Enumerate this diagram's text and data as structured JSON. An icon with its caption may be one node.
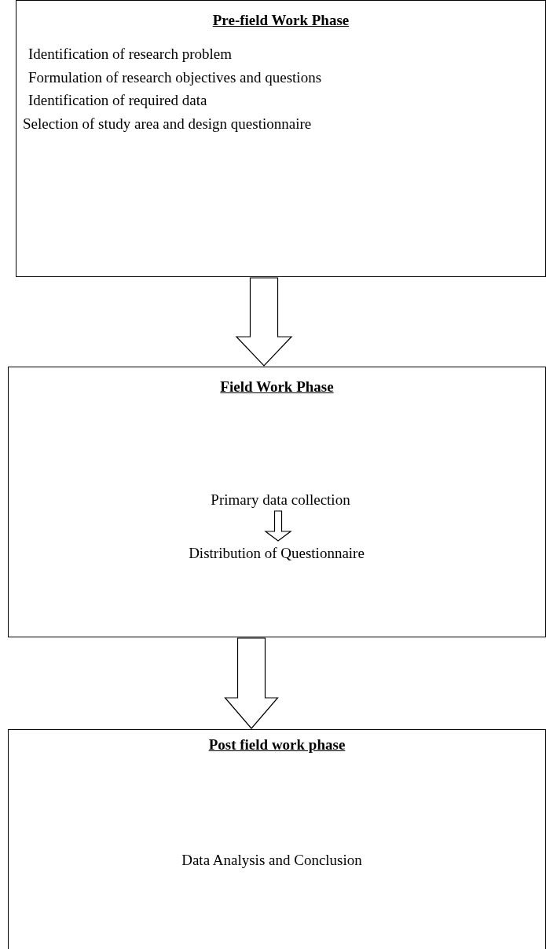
{
  "diagram": {
    "nodes": [
      {
        "text": [
          "Pre-field Work Phase",
          "Identification of research problem",
          "Formulation of research objectives and questions",
          "Identification of required data",
          "Selection of study area and design questionnaire"
        ]
      },
      {
        "text": [
          "Field Work Phase"
        ]
      },
      {
        "text": [
          "Primary data collection"
        ],
        "in": 1
      },
      {
        "text": [
          "Distribution of Questionnaire"
        ],
        "in": 1
      },
      {
        "text": [
          "Post field work phase",
          "Data Analysis and Conclusion"
        ]
      }
    ],
    "edges": [
      {
        "from": 0,
        "to": 1,
        "arrow": "to"
      },
      {
        "from": 2,
        "to": 3,
        "arrow": "to"
      },
      {
        "from": 1,
        "to": 4,
        "arrow": "to"
      }
    ]
  }
}
